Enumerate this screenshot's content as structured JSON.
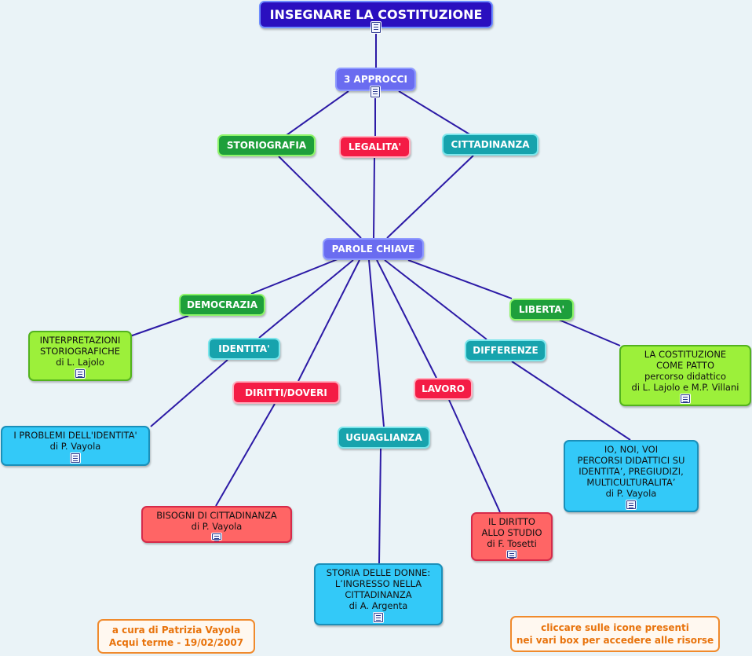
{
  "map": {
    "root": "INSEGNARE LA COSTITUZIONE",
    "approcci": "3 APPROCCI",
    "storiografia": "STORIOGRAFIA",
    "legalita": "LEGALITA'",
    "cittadinanza": "CITTADINANZA",
    "parole_chiave": "PAROLE CHIAVE",
    "democrazia": "DEMOCRAZIA",
    "identita": "IDENTITA'",
    "diritti_doveri": "DIRITTI/DOVERI",
    "uguaglianza": "UGUAGLIANZA",
    "lavoro": "LAVORO",
    "differenze": "DIFFERENZE",
    "liberta": "LIBERTA'",
    "res_interpretazioni": "INTERPRETAZIONI\nSTORIOGRAFICHE\ndi L. Lajolo",
    "res_problemi_identita": "I PROBLEMI DELL'IDENTITA'\ndi P. Vayola",
    "res_bisogni": "BISOGNI DI CITTADINANZA\ndi P. Vayola",
    "res_storia_donne": "STORIA DELLE DONNE:\nL’INGRESSO NELLA\nCITTADINANZA\ndi A. Argenta",
    "res_diritto_studio": "IL DIRITTO\nALLO STUDIO\ndi F. Tosetti",
    "res_io_noi_voi": "IO, NOI, VOI\nPERCORSI DIDATTICI SU\nIDENTITA’, PREGIUDIZI,\nMULTICULTURALITA’\ndi P. Vayola",
    "res_costituzione_patto": "LA COSTITUZIONE\nCOME PATTO\npercorso didattico\ndi L. Lajolo e M.P. Villani"
  },
  "footer": {
    "credit": "a cura di Patrizia Vayola\nAcqui terme - 19/02/2007",
    "hint": "cliccare sulle icone presenti\nnei vari box per accedere alle risorse"
  },
  "colors": {
    "edge": "#2c1aa6"
  },
  "icons": {
    "resource": "document-icon"
  }
}
